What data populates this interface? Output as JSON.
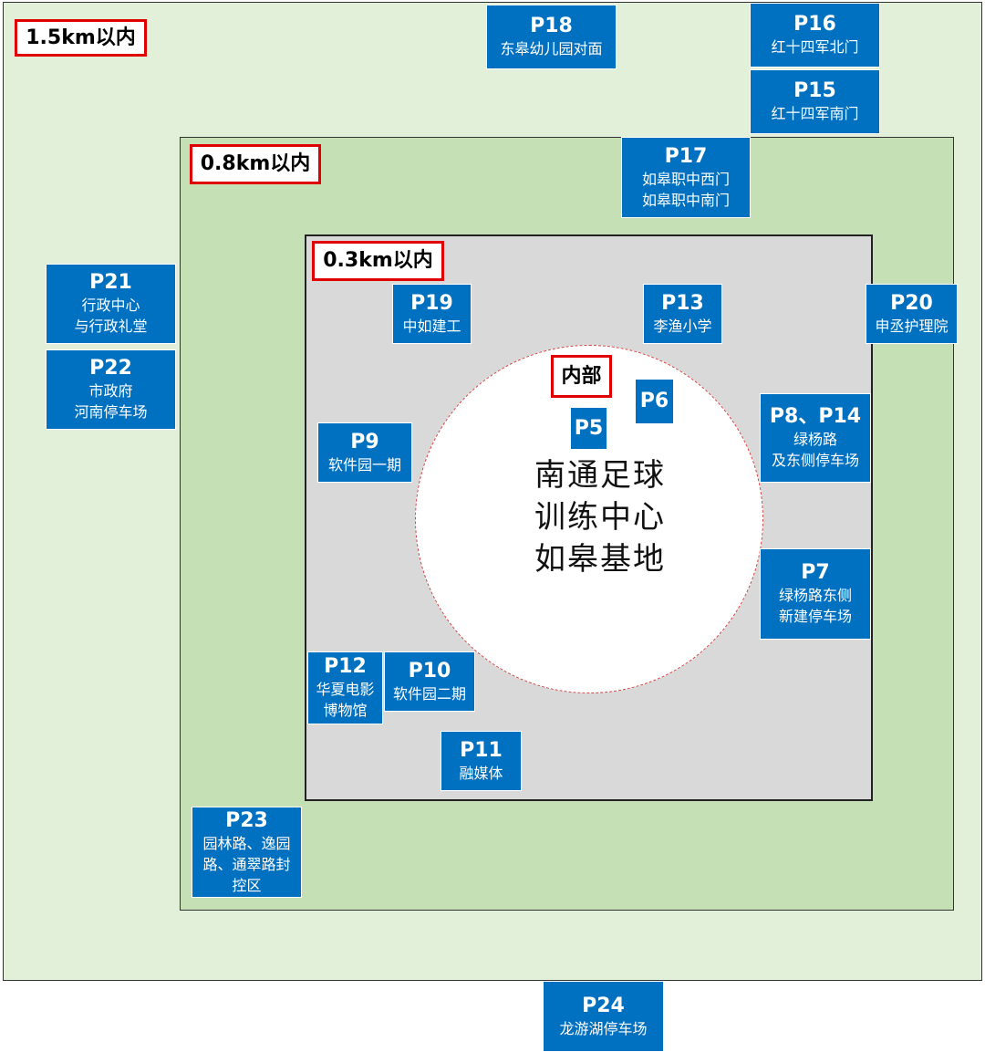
{
  "zones": {
    "outer": {
      "label": "1.5km以内"
    },
    "middle": {
      "label": "0.8km以内"
    },
    "inner": {
      "label": "0.3km以内"
    },
    "core": {
      "label": "内部"
    }
  },
  "center": {
    "name_lines": [
      "南通足球",
      "训练中心",
      "如皋基地"
    ]
  },
  "lots": {
    "P5": {
      "code": "P5",
      "desc": ""
    },
    "P6": {
      "code": "P6",
      "desc": ""
    },
    "P7": {
      "code": "P7",
      "desc": "绿杨路东侧\n新建停车场"
    },
    "P8": {
      "code": "P8、P14",
      "desc": "绿杨路\n及东侧停车场"
    },
    "P9": {
      "code": "P9",
      "desc": "软件园一期"
    },
    "P10": {
      "code": "P10",
      "desc": "软件园二期"
    },
    "P11": {
      "code": "P11",
      "desc": "融媒体"
    },
    "P12": {
      "code": "P12",
      "desc": "华夏电影\n博物馆"
    },
    "P13": {
      "code": "P13",
      "desc": "李渔小学"
    },
    "P15": {
      "code": "P15",
      "desc": "红十四军南门"
    },
    "P16": {
      "code": "P16",
      "desc": "红十四军北门"
    },
    "P17": {
      "code": "P17",
      "desc": "如皋职中西门\n如皋职中南门"
    },
    "P18": {
      "code": "P18",
      "desc": "东皋幼儿园对面"
    },
    "P19": {
      "code": "P19",
      "desc": "中如建工"
    },
    "P20": {
      "code": "P20",
      "desc": "申丞护理院"
    },
    "P21": {
      "code": "P21",
      "desc": "行政中心\n与行政礼堂"
    },
    "P22": {
      "code": "P22",
      "desc": "市政府\n河南停车场"
    },
    "P23": {
      "code": "P23",
      "desc": "园林路、逸园\n路、通翠路封\n控区"
    },
    "P24": {
      "code": "P24",
      "desc": "龙游湖停车场"
    }
  },
  "colors": {
    "zone_outer": "#e2efd9",
    "zone_middle": "#c5e0b4",
    "zone_inner": "#d9d9d9",
    "lot_fill": "#0070c0",
    "label_border": "#e00000"
  }
}
